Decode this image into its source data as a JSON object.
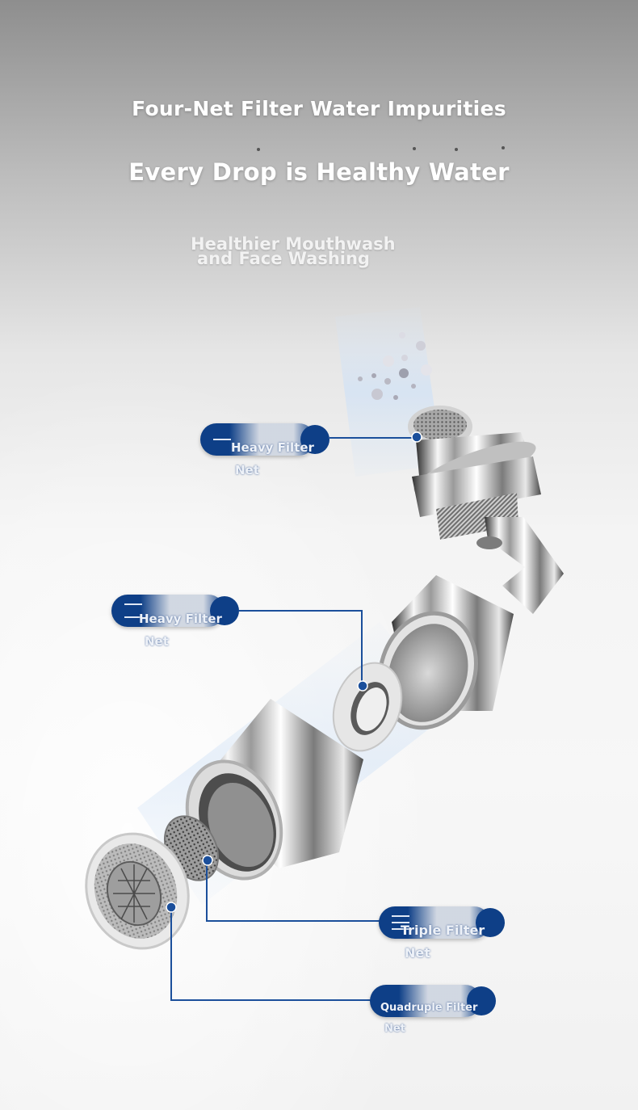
{
  "headline": {
    "line1": "Four-Net Filter Water Impurities",
    "line2": "Every Drop is Healthy Water"
  },
  "subtitle": {
    "line1": "Healthier Mouthwash",
    "line2": "and Face Washing"
  },
  "labels": [
    {
      "line1": "Heavy Filter",
      "line2": "Net"
    },
    {
      "line1": "Heavy Filter",
      "line2": "Net"
    },
    {
      "line1": "Triple Filter",
      "line2": "Net"
    },
    {
      "line1": "Quadruple Filter",
      "line2": "Net"
    }
  ],
  "colors": {
    "label_blue": "#0e3f87",
    "leader_line": "#1b4f9b",
    "chrome_light": "#f5f5f5",
    "chrome_dark": "#3a3a3a",
    "water_glow": "#cfe1f6"
  }
}
